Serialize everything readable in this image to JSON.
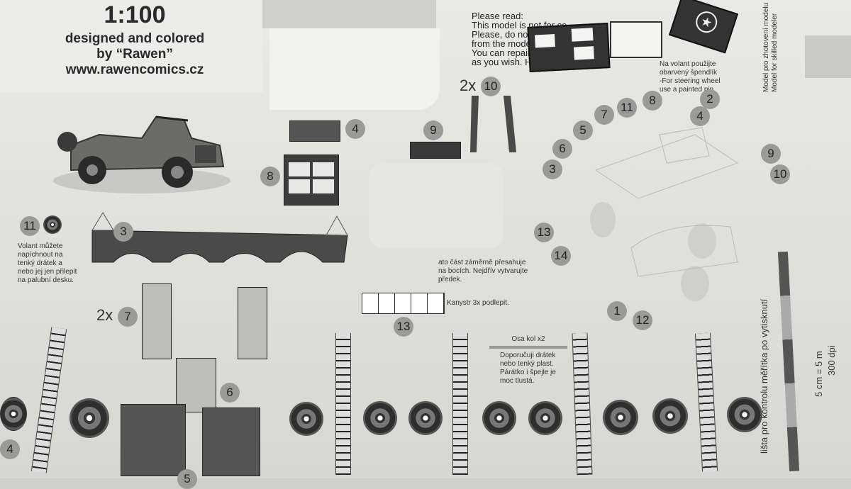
{
  "header": {
    "scale": "1:100",
    "designed": "designed and colored",
    "by": "by “Rawen”",
    "url": "www.rawencomics.cz"
  },
  "notice": {
    "lines": [
      "Please read:",
      "This model is not for co",
      "Please, do not",
      "from the model",
      "You can repaint",
      "as you wish. Have"
    ]
  },
  "steering_note": {
    "cz": [
      "Na volant použijte",
      "obarvený špendlík"
    ],
    "en": [
      "-For steering wheel",
      "use a painted pin."
    ]
  },
  "side_vertical": [
    "Model pro zhotovení modelu",
    "Model for skilled modeler"
  ],
  "wheel_note": {
    "cz": [
      "Volant můžete",
      "napíchnout na",
      "tenký drátek a",
      "nebo jej jen přilepit",
      "na palubní desku."
    ]
  },
  "front_note": [
    "ato část záměrně přesahuje",
    "na bocích. Nejdřív vytvarujte",
    "předek."
  ],
  "canister_note": "Kanystr 3x podlepit.",
  "axle_note": {
    "title": "Osa kol x2",
    "lines": [
      "Doporučuji drátek",
      "nebo tenký plast.",
      "Párátko i špejle je",
      "moc tlustá."
    ]
  },
  "scale_bar": {
    "text1": "lišta pro kontrolu měřítka po vytisknutí",
    "text2": "5 cm = 5 m",
    "text3": "300 dpi"
  },
  "labels": {
    "n1": "1",
    "n2": "2",
    "n3": "3",
    "n3b": "3",
    "n4": "4",
    "n4b": "4",
    "n5": "5",
    "n6": "6",
    "n6b": "6",
    "n7": "7",
    "n7b": "7",
    "n8": "8",
    "n8b": "8",
    "n9": "9",
    "n9b": "9",
    "n10": "10",
    "n10b": "10",
    "n11": "11",
    "n11b": "11",
    "n12": "12",
    "n13": "13",
    "n13b": "13",
    "n14": "14",
    "n4c": "4",
    "n5c": "5",
    "x2a": "2x",
    "x2b": "2x"
  }
}
